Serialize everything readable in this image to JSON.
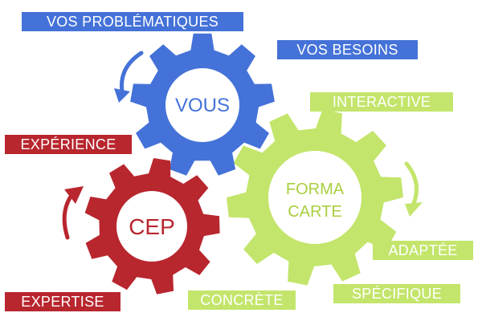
{
  "colors": {
    "blue": "#4472d8",
    "red": "#b8262e",
    "green": "#c3e56b",
    "green_text": "#a9cf3f",
    "white": "#ffffff"
  },
  "gears": {
    "vous": {
      "label": "VOUS"
    },
    "cep": {
      "label": "CEP"
    },
    "formacarte": {
      "line1": "FORMA",
      "line2": "CARTE"
    }
  },
  "labels": {
    "problematiques": "VOS PROBLÉMATIQUES",
    "besoins": "VOS BESOINS",
    "interactive": "INTERACTIVE",
    "experience": "EXPÉRIENCE",
    "adaptee": "ADAPTÉE",
    "expertise": "EXPERTISE",
    "concrete": "CONCRÈTE",
    "specifique": "SPÉCIFIQUE"
  },
  "arrows": [
    {
      "name": "blue-rotation-arrow-icon",
      "color": "blue"
    },
    {
      "name": "red-rotation-arrow-icon",
      "color": "red"
    },
    {
      "name": "green-rotation-arrow-icon",
      "color": "green"
    }
  ]
}
